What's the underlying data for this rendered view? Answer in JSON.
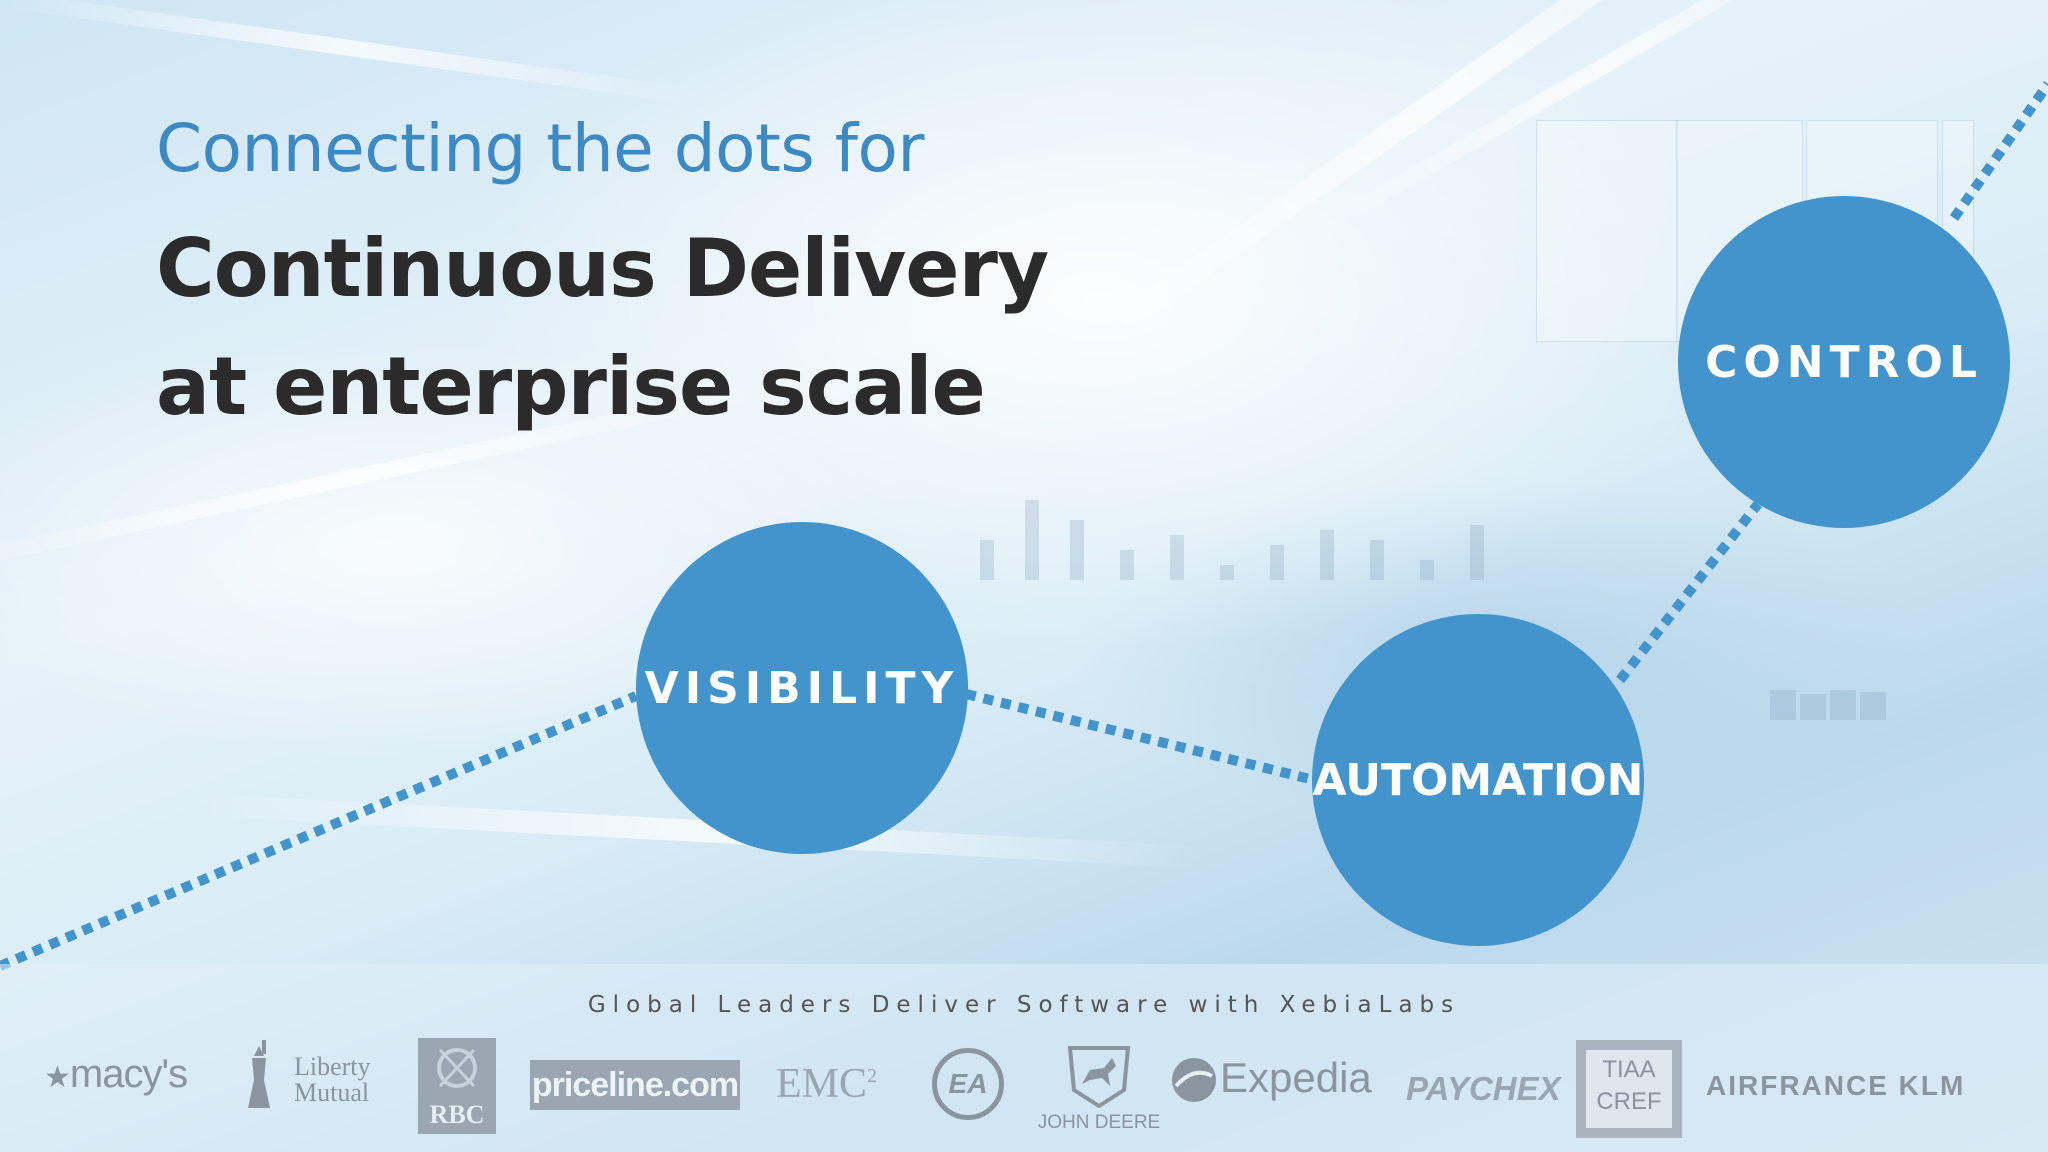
{
  "heading": {
    "line1": "Connecting the dots for",
    "line2": "Continuous Delivery",
    "line3": "at enterprise scale"
  },
  "nodes": {
    "visibility": "VISIBILITY",
    "automation": "AUTOMATION",
    "control": "CONTROL"
  },
  "footer": {
    "tagline": "Global Leaders Deliver Software with XebiaLabs",
    "logos": {
      "macys": "macy's",
      "liberty_mutual_1": "Liberty",
      "liberty_mutual_2": "Mutual",
      "rbc": "RBC",
      "priceline": "priceline.com",
      "emc": "EMC",
      "emc_sup": "2",
      "ea": "EA",
      "john_deere": "JOHN DEERE",
      "expedia": "Expedia",
      "paychex": "PAYCHEX",
      "tiaa_1": "TIAA",
      "tiaa_2": "CREF",
      "airfrance_klm": "AIRFRANCE KLM"
    }
  },
  "colors": {
    "accent_blue": "#4394cc",
    "heading_blue": "#3d89c4",
    "heading_dark": "#2b2b2b"
  }
}
